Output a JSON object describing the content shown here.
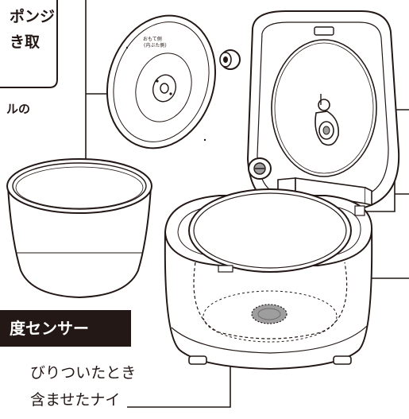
{
  "callout_top_left": {
    "line1": "ポンジ",
    "line2": "き取",
    "line3": "ルの"
  },
  "sensor_box": {
    "title": "度センサー",
    "line1": "びりついたとき",
    "line2": "含ませたナイ"
  },
  "lid_plate": {
    "marking_1": "おもて側",
    "marking_2": "(内ぶた側)"
  },
  "colors": {
    "ink": "#231815",
    "background": "#ffffff",
    "label_fill": "#231815",
    "sensor_gray": "#9e9e9e"
  }
}
